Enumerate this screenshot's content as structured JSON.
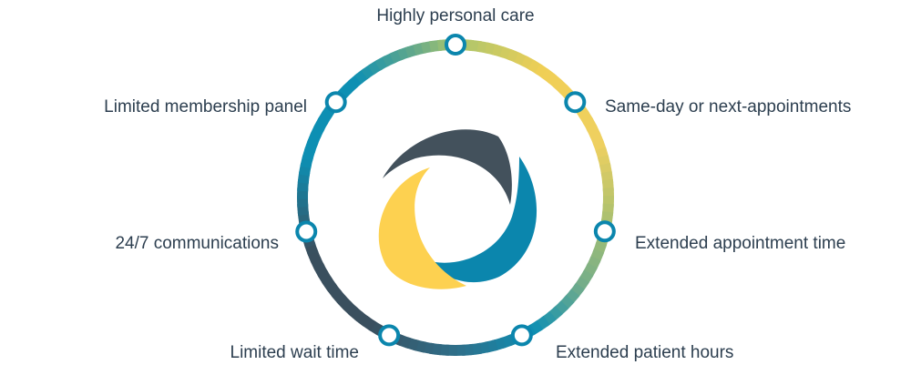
{
  "diagram": {
    "labels": [
      "Highly personal care",
      "Same-day or next-appointments",
      "Extended appointment time",
      "Extended patient hours",
      "Limited wait time",
      "24/7 communications",
      "Limited membership panel"
    ]
  },
  "colors": {
    "ring_teal": "#0d8fb3",
    "ring_dark": "#3a4f5e",
    "ring_yellow": "#f0cf55",
    "ring_green": "#74ad8a",
    "logo_dark": "#43515c",
    "logo_blue": "#0b86ad",
    "logo_yellow": "#fdd150",
    "node_stroke": "#0b86ad",
    "node_fill": "#ffffff",
    "text": "#2c3e4f"
  }
}
